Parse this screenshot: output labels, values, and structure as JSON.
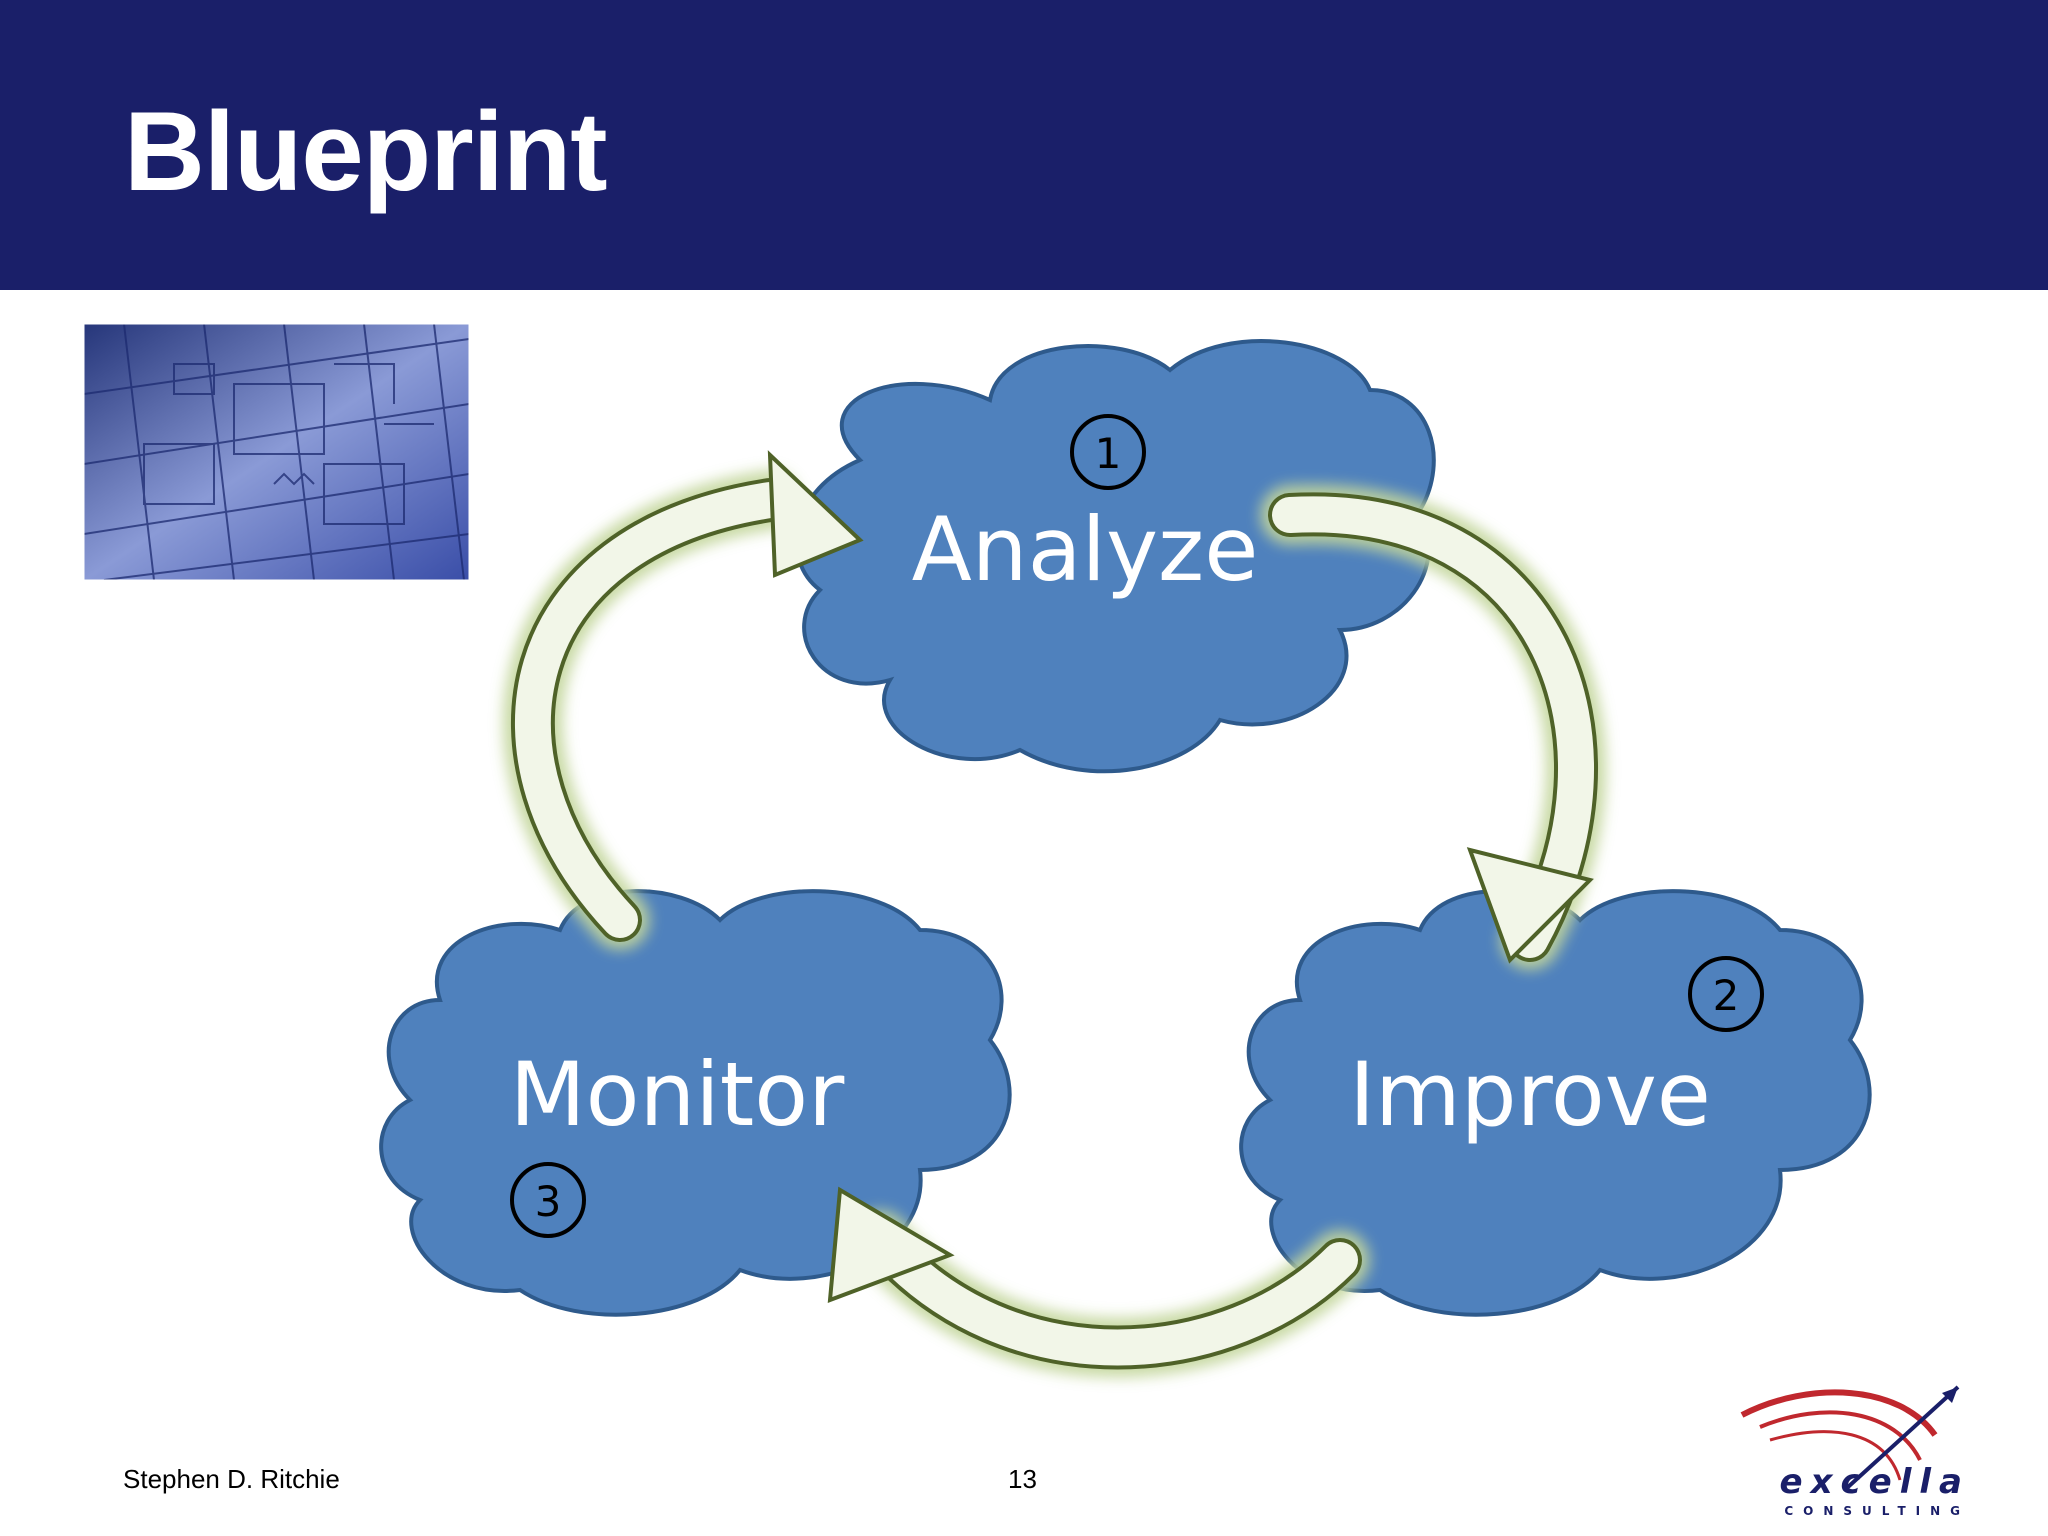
{
  "slide": {
    "title": "Blueprint",
    "footer_author": "Stephen D. Ritchie",
    "page_number": "13"
  },
  "thumbnail": {
    "icon": "blueprint-image"
  },
  "diagram": {
    "nodes": [
      {
        "id": "analyze",
        "label": "Analyze",
        "step": "1"
      },
      {
        "id": "improve",
        "label": "Improve",
        "step": "2"
      },
      {
        "id": "monitor",
        "label": "Monitor",
        "step": "3"
      }
    ],
    "colors": {
      "cloud_fill": "#4f81bd",
      "cloud_stroke": "#2e5a8c",
      "arrow_stroke": "#4f6228",
      "arrow_glow": "#c3d69b",
      "header": "#1a1f69"
    }
  },
  "logo": {
    "word": "excella",
    "subword": "CONSULTING",
    "icon": "excella-swoosh-logo"
  }
}
